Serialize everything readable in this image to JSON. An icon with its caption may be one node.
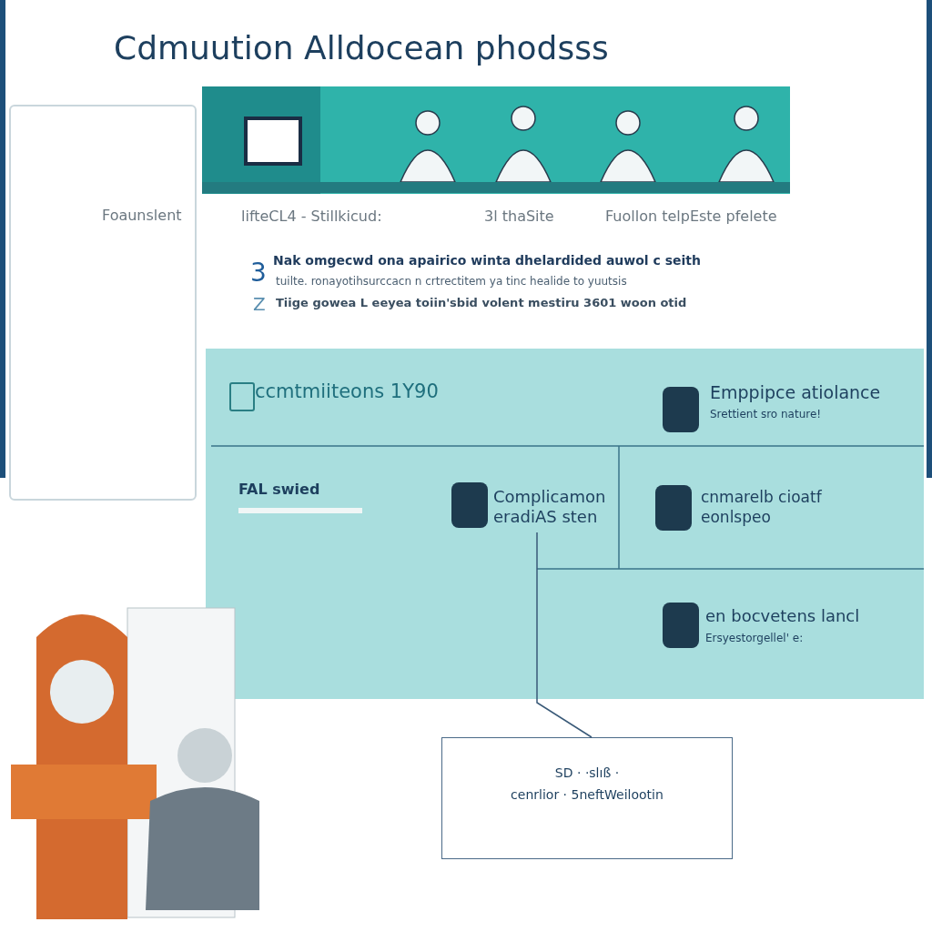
{
  "diagram": {
    "title": "Cdmuution Alldocean phodsss",
    "nodes": [
      {
        "text": [
          "Foaunslent"
        ]
      },
      {
        "text": [
          "ccmtmiiteons 1Y90"
        ]
      },
      {
        "text": [
          "Emppipce atiolance",
          "Srettient sro nature!"
        ]
      },
      {
        "text": [
          "FAL swied"
        ]
      },
      {
        "text": [
          "Complicamon",
          "eradiAS sten"
        ]
      },
      {
        "text": [
          "cnmarelb cioatf",
          "eonlspeo"
        ]
      },
      {
        "text": [
          "en bocvetens lancl",
          "Ersyestorgellel' e:"
        ]
      },
      {
        "text": [
          "SD · ·slıß ·",
          "cenrlior · 5neftWeilootin"
        ]
      }
    ],
    "edges": [
      {
        "from": 4,
        "to": 7,
        "arrow": "none"
      }
    ],
    "labels": [
      "lifteCL4 - Stillkicud:",
      "3l thaSite",
      "Fuollon telpEste pfelete",
      "3",
      "Nak omgecwd ona apairico winta dhelardided auwol c seith",
      "tuilte. ronayotihsurccacn n crtrectitem ya tinc healide to yuutsis",
      "Z",
      "Tiige gowea L eeyea toiin'sbid volent mestiru 3601 woon otid"
    ]
  }
}
